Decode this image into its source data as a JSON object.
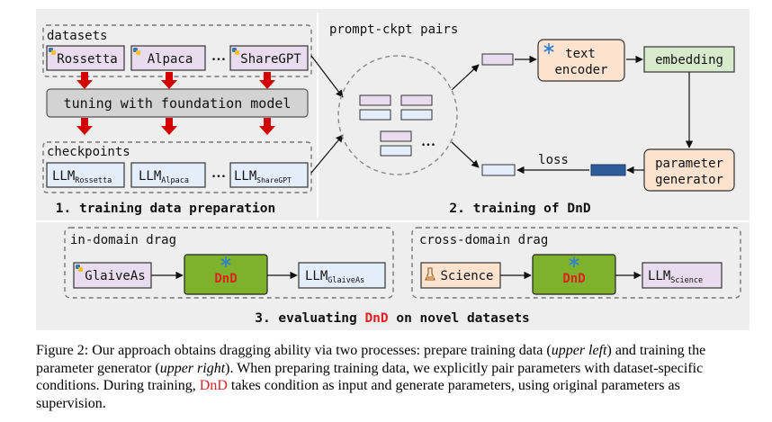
{
  "colors": {
    "panel_bg": "#eeeeee",
    "box_pink": "#e9dcef",
    "box_blue": "#e4eefb",
    "box_green": "#d7ebcc",
    "box_peach": "#fbe3cf",
    "dnd_green": "#7eb12c",
    "dnd_red": "#e02020",
    "arrow_red": "#d40000",
    "loss_blue": "#2e5c9a",
    "snowflake": "#2f7fd6"
  },
  "icons": {
    "dataset": "python-logo-icon",
    "frozen": "snowflake-icon",
    "science": "flask-icon"
  },
  "section1": {
    "datasets_label": "datasets",
    "datasets": [
      "Rossetta",
      "Alpaca",
      "ShareGPT"
    ],
    "ellipsis": "•••",
    "tuning_label": "tuning with foundation model",
    "checkpoints_label": "checkpoints",
    "llm_prefix": "LLM",
    "checkpoint_subscripts": [
      "Rossetta",
      "Alpaca",
      "ShareGPT"
    ],
    "title": "1. training data preparation"
  },
  "section2": {
    "pairs_label": "prompt-ckpt pairs",
    "ellipsis": "•••",
    "text_encoder_line1": "text",
    "text_encoder_line2": "encoder",
    "embedding_label": "embedding",
    "param_gen_line1": "parameter",
    "param_gen_line2": "generator",
    "loss_label": "loss",
    "title": "2. training of DnD"
  },
  "section3": {
    "in_domain_label": "in-domain drag",
    "in_domain_input": "GlaiveAs",
    "cross_domain_label": "cross-domain drag",
    "cross_domain_input": "Science",
    "dnd_label": "DnD",
    "llm_prefix": "LLM",
    "in_domain_output_sub": "GlaiveAs",
    "cross_domain_output_sub": "Science",
    "title_before": "3. evaluating ",
    "title_highlight": "DnD",
    "title_after": " on novel datasets"
  },
  "caption": {
    "p1": "Figure 2: Our approach obtains dragging ability via two processes: prepare training data (",
    "i1": "upper left",
    "p2": ") and training the parameter generator (",
    "i2": "upper right",
    "p3": "). When preparing training data, we explicitly pair parameters with dataset-specific conditions. During training, ",
    "highlight": "DnD",
    "p4": " takes condition as input and generate parameters, using original parameters as supervision."
  }
}
